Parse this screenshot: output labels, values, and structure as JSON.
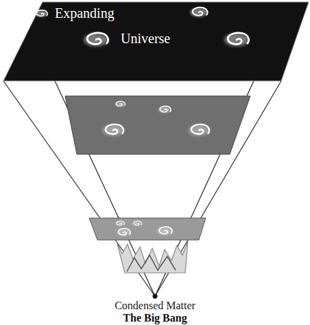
{
  "diagram": {
    "labels": [
      "Expanding",
      "Universe",
      "Condensed Matter",
      "The Big Bang"
    ]
  }
}
